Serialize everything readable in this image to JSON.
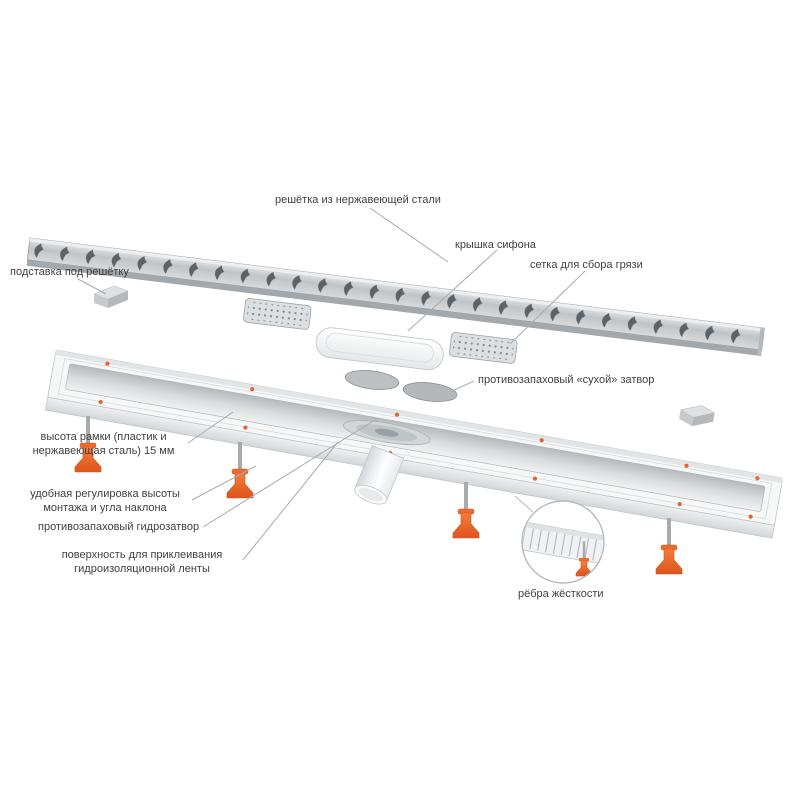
{
  "diagram": {
    "labels": {
      "grate": "решётка из нержавеющей стали",
      "siphon_cover": "крышка сифона",
      "dirt_mesh": "сетка для сбора грязи",
      "grate_stand": "подставка под решётку",
      "dry_trap": "противозапаховый «сухой» затвор",
      "frame_height": "высота рамки (пластик и нержавеющая сталь) 15 мм",
      "height_adjustment": "удобная регулировка высоты монтажа и угла наклона",
      "water_trap": "противозапаховый гидрозатвор",
      "tape_surface": "поверхность для приклеивания гидроизоляционной ленты",
      "stiffening_ribs": "рёбра жёсткости"
    },
    "colors": {
      "accent_orange": "#e8622d",
      "metal_gray": "#b7bcc0",
      "leader_line": "#a8acae",
      "text": "#3f3f3f",
      "background": "#ffffff"
    }
  }
}
